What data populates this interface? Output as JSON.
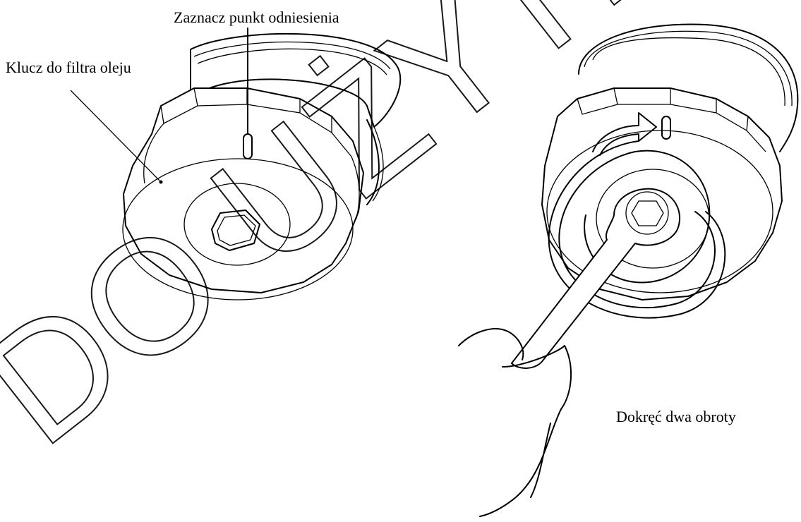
{
  "labels": {
    "mark_reference": "Zaznacz punkt odniesienia",
    "oil_filter_wrench": "Klucz do filtra oleju",
    "tighten_two_turns": "Dokręć dwa obroty"
  },
  "watermark": {
    "text": "DO UŻYTKU W",
    "color": "#000000"
  }
}
